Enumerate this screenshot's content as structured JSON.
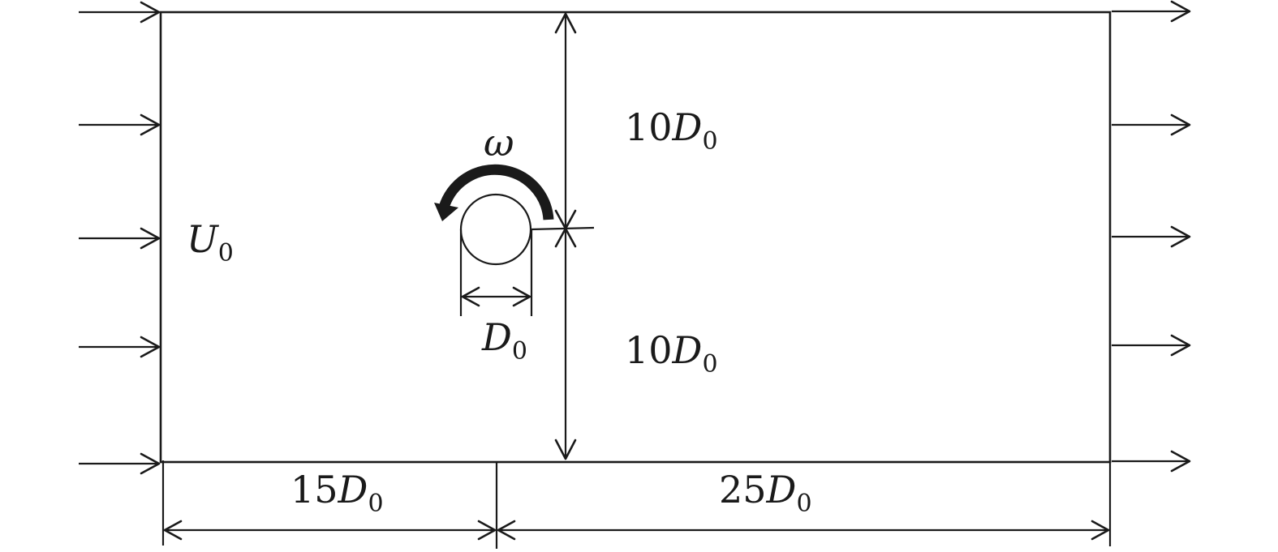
{
  "labels": {
    "inflow_velocity": {
      "symbol": "U",
      "subscript": "0"
    },
    "cylinder_diameter": {
      "symbol": "D",
      "subscript": "0"
    },
    "rotation": {
      "symbol": "ω"
    },
    "height_above": {
      "coefficient": "10",
      "symbol": "D",
      "subscript": "0"
    },
    "height_below": {
      "coefficient": "10",
      "symbol": "D",
      "subscript": "0"
    },
    "upstream_length": {
      "coefficient": "15",
      "symbol": "D",
      "subscript": "0"
    },
    "downstream_length": {
      "coefficient": "25",
      "symbol": "D",
      "subscript": "0"
    }
  },
  "colors": {
    "stroke": "#1a1a1a",
    "background": "#ffffff"
  }
}
